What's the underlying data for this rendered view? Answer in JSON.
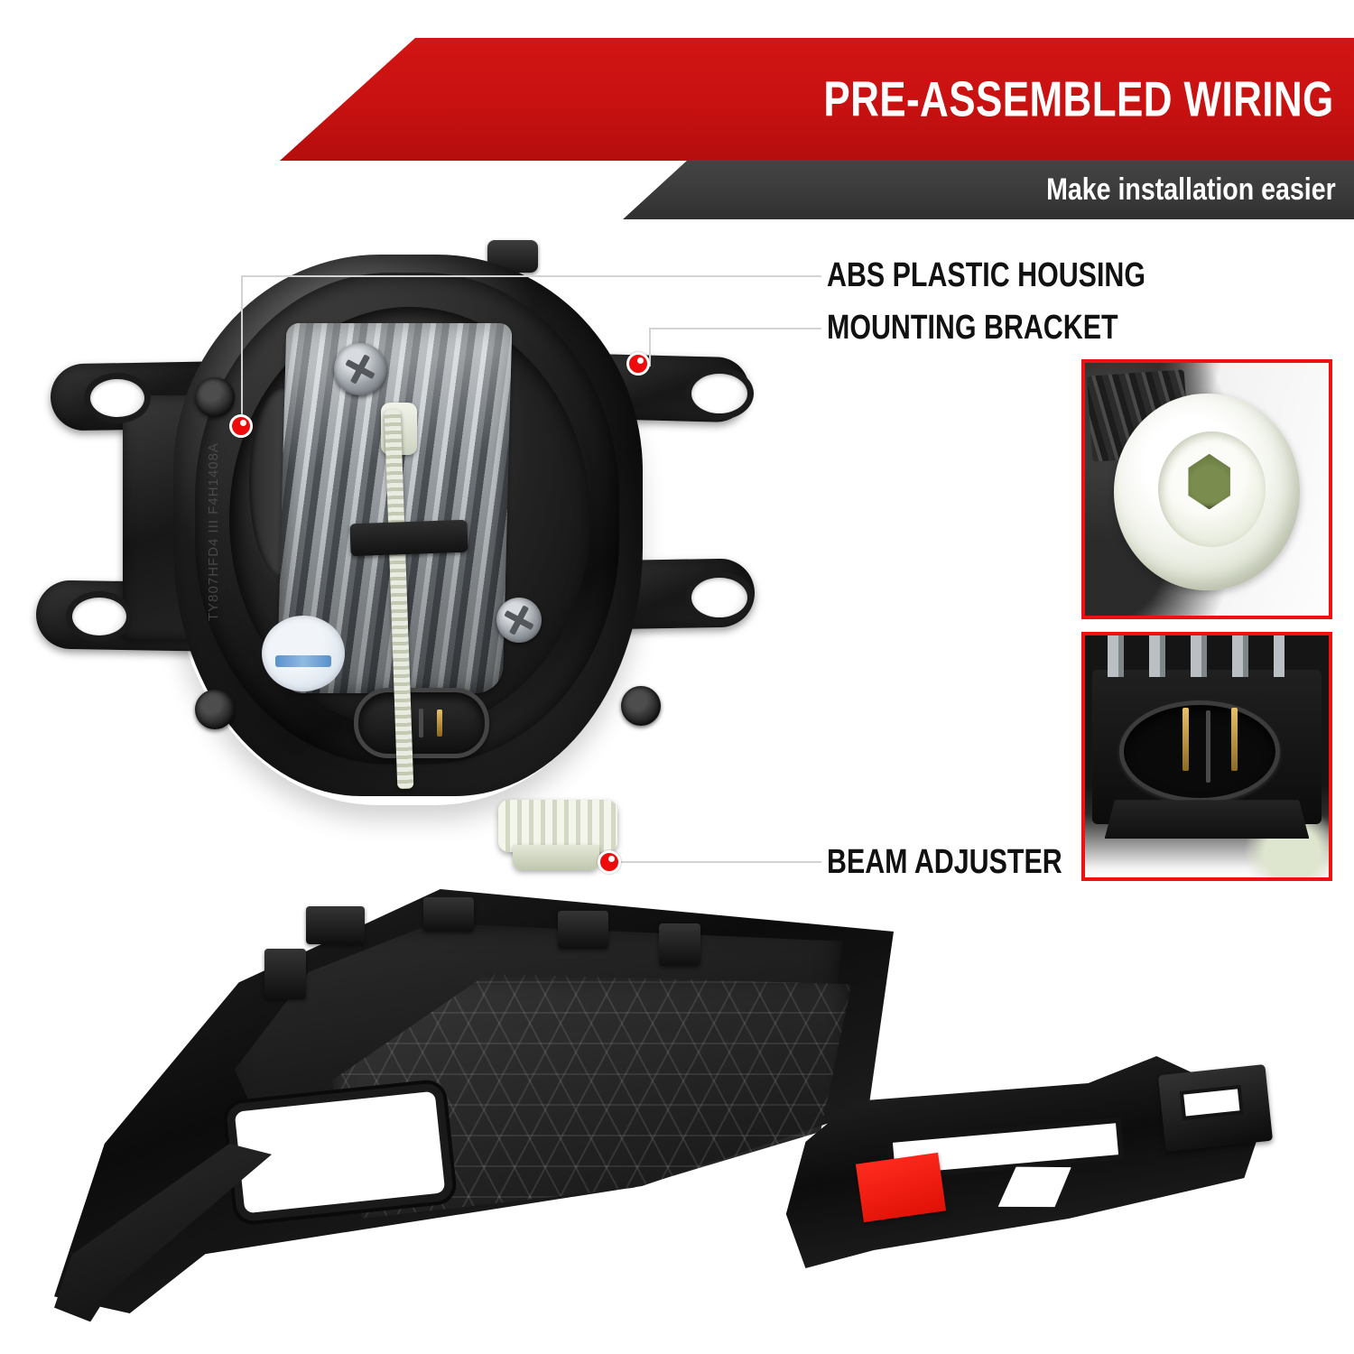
{
  "header": {
    "title": "PRE-ASSEMBLED WIRING",
    "subtitle": "Make installation easier",
    "red_color": "#c81111",
    "dark_color": "#3a3a3a"
  },
  "callouts": [
    {
      "id": "abs-plastic-housing",
      "label": "ABS PLASTIC HOUSING",
      "marker_color": "#ee0b0b"
    },
    {
      "id": "mounting-bracket",
      "label": "MOUNTING BRACKET",
      "marker_color": "#ee0b0b"
    },
    {
      "id": "beam-adjuster",
      "label": "BEAM ADJUSTER",
      "marker_color": "#ee0b0b"
    }
  ],
  "main_photo": {
    "name": "fog-light-assembly-rear-view",
    "molded_text": "TY807HFD4 III F4H1408A"
  },
  "insets": [
    {
      "id": "beam-adjuster-closeup",
      "name": "white-plastic-adjuster-gear",
      "border_color": "#ee1111"
    },
    {
      "id": "wiring-connector-closeup",
      "name": "two-pin-electrical-connector",
      "border_color": "#ee1111"
    }
  ],
  "bottom_parts": [
    {
      "id": "fog-light-bezel-grille",
      "name": "honeycomb-mesh-bezel"
    },
    {
      "id": "mounting-bracket-part",
      "name": "small-black-bracket-with-red-label"
    }
  ]
}
